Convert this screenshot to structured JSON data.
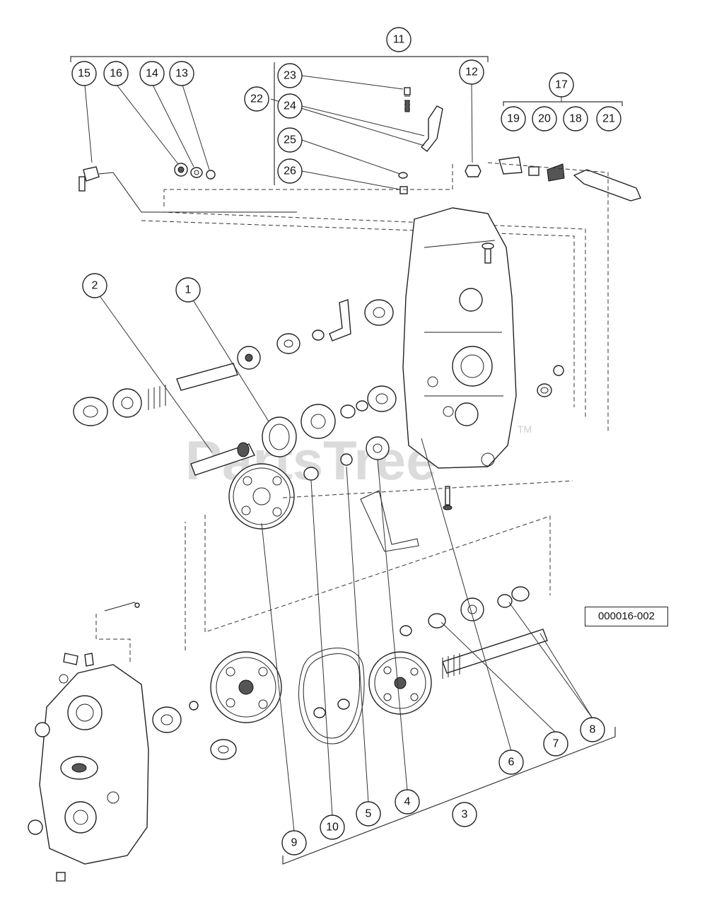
{
  "watermark": {
    "text": "PartsTree",
    "tm": "TM"
  },
  "reference_code": "000016-002",
  "callouts": [
    "1",
    "2",
    "3",
    "4",
    "5",
    "6",
    "7",
    "8",
    "9",
    "10",
    "11",
    "12",
    "13",
    "14",
    "15",
    "16",
    "17",
    "18",
    "19",
    "20",
    "21",
    "22",
    "23",
    "24",
    "25",
    "26"
  ]
}
